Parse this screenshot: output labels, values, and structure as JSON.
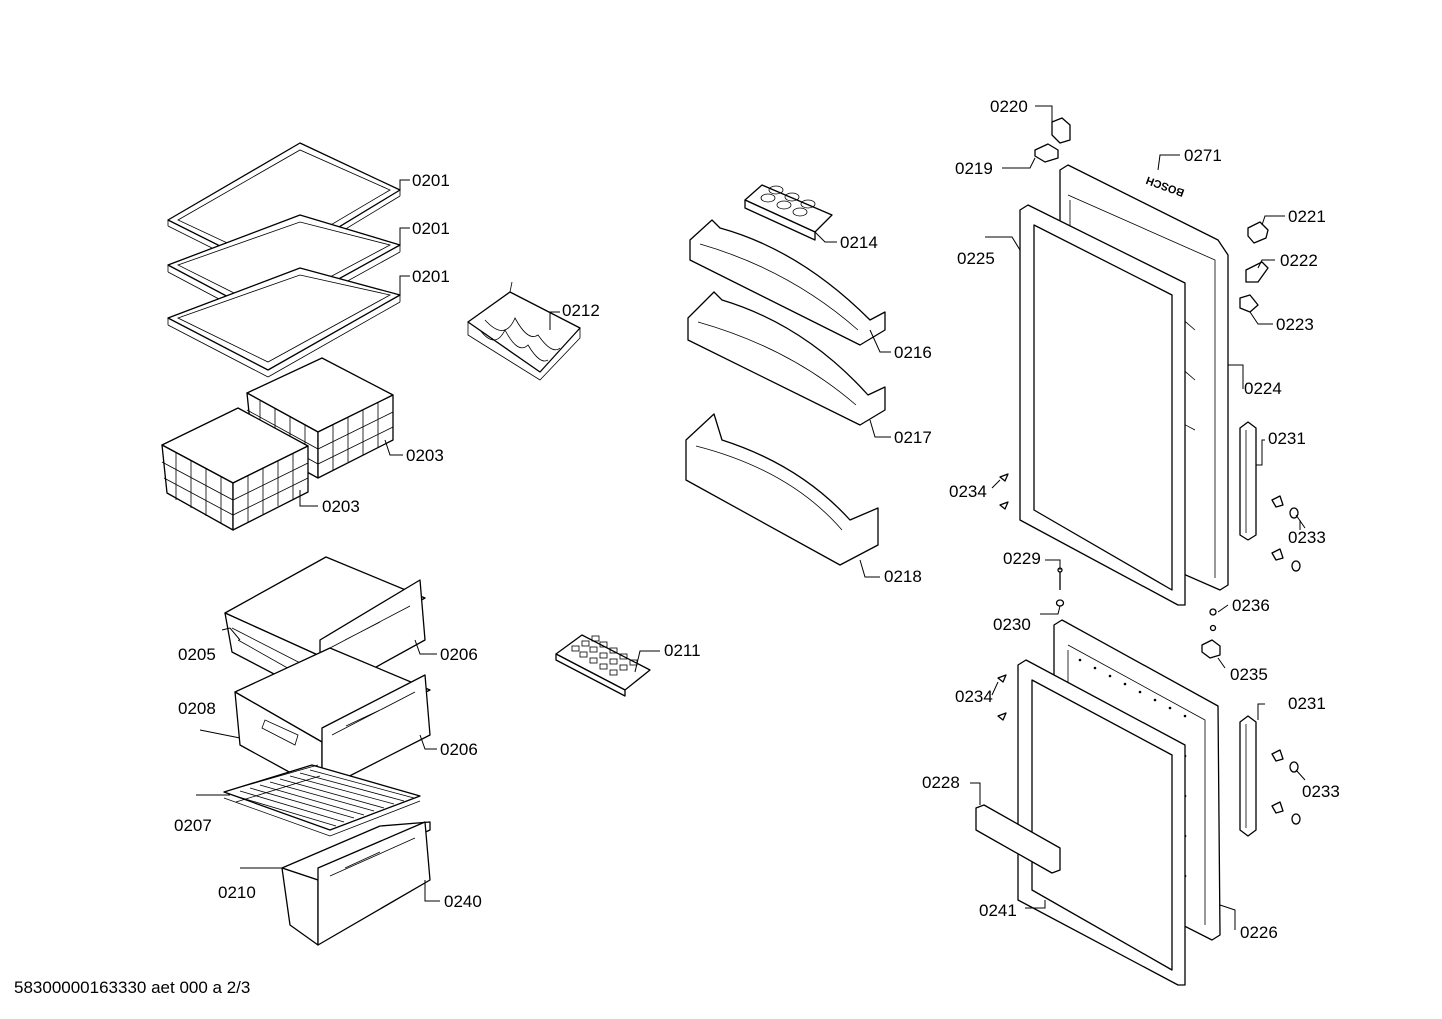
{
  "footer_text": "58300000163330 aet 000 a 2/3",
  "brand_mark": "BOSCH",
  "labels": {
    "l0201a": "0201",
    "l0201b": "0201",
    "l0201c": "0201",
    "l0203a": "0203",
    "l0203b": "0203",
    "l0205": "0205",
    "l0206a": "0206",
    "l0206b": "0206",
    "l0207": "0207",
    "l0208": "0208",
    "l0210": "0210",
    "l0240": "0240",
    "l0211": "0211",
    "l0212": "0212",
    "l0214": "0214",
    "l0216": "0216",
    "l0217": "0217",
    "l0218": "0218",
    "l0219": "0219",
    "l0220": "0220",
    "l0221": "0221",
    "l0222": "0222",
    "l0223": "0223",
    "l0224": "0224",
    "l0225": "0225",
    "l0226": "0226",
    "l0228": "0228",
    "l0229": "0229",
    "l0230": "0230",
    "l0231a": "0231",
    "l0231b": "0231",
    "l0233a": "0233",
    "l0233b": "0233",
    "l0234a": "0234",
    "l0234b": "0234",
    "l0235": "0235",
    "l0236": "0236",
    "l0241": "0241",
    "l0271": "0271"
  }
}
